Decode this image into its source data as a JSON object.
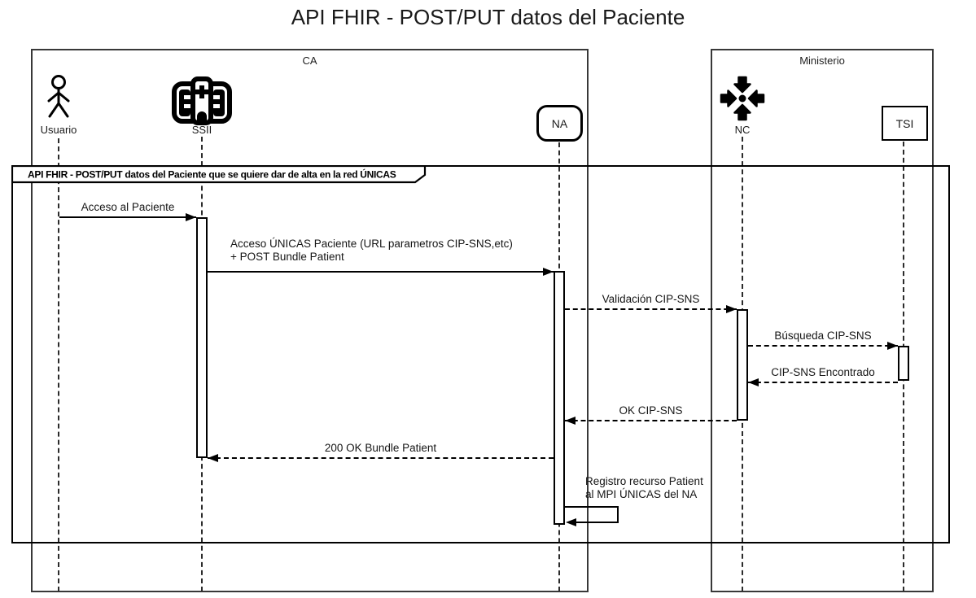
{
  "title": "API FHIR - POST/PUT datos del Paciente",
  "groups": {
    "ca": {
      "label": "CA"
    },
    "ministerio": {
      "label": "Ministerio"
    }
  },
  "participants": {
    "usuario": {
      "label": "Usuario",
      "icon": "actor-icon"
    },
    "ssii": {
      "label": "SSII",
      "icon": "hospital-icon"
    },
    "na": {
      "label": "NA",
      "icon": "rounded-box"
    },
    "nc": {
      "label": "NC",
      "icon": "converge-arrows-icon"
    },
    "tsi": {
      "label": "TSI",
      "icon": "box"
    }
  },
  "fragment": {
    "label": "API FHIR - POST/PUT datos del Paciente que se quiere dar de alta en la red ÚNICAS"
  },
  "messages": {
    "acceso_paciente": {
      "text": "Acceso al Paciente",
      "from": "Usuario",
      "to": "SSII",
      "style": "solid"
    },
    "acceso_unicas": {
      "line1": "Acceso ÚNICAS Paciente (URL parametros CIP-SNS,etc)",
      "line2": "+ POST Bundle Patient",
      "from": "SSII",
      "to": "NA",
      "style": "solid"
    },
    "validacion": {
      "text": "Validación CIP-SNS",
      "from": "NA",
      "to": "NC",
      "style": "dashed"
    },
    "busqueda": {
      "text": "Búsqueda CIP-SNS",
      "from": "NC",
      "to": "TSI",
      "style": "dashed"
    },
    "encontrado": {
      "text": "CIP-SNS Encontrado",
      "from": "TSI",
      "to": "NC",
      "style": "dashed"
    },
    "ok_cip": {
      "text": "OK CIP-SNS",
      "from": "NC",
      "to": "NA",
      "style": "dashed"
    },
    "ok_bundle": {
      "text": "200 OK Bundle Patient",
      "from": "NA",
      "to": "SSII",
      "style": "dashed"
    },
    "registro": {
      "line1": "Registro recurso Patient",
      "line2": "al MPI ÚNICAS del NA",
      "from": "NA",
      "to": "NA",
      "style": "solid-self"
    }
  },
  "colors": {
    "line": "#000000",
    "text": "#1a1a1a",
    "group_border": "#383838",
    "background": "#ffffff"
  }
}
